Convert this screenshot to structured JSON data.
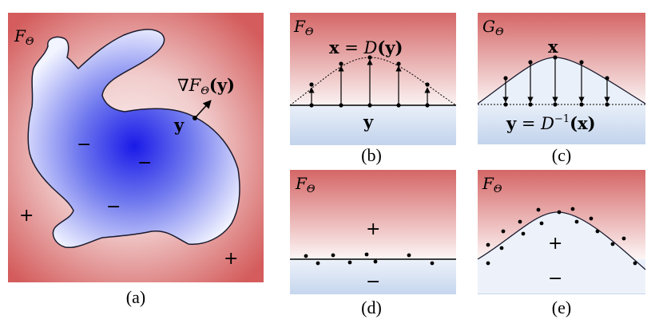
{
  "panel_a": {
    "caption": "(a)",
    "func_label": "F",
    "func_sub": "Θ",
    "gradient_label": "∇F",
    "gradient_sub": "Θ",
    "gradient_arg": "(y)",
    "point_label": "y",
    "signs": [
      "−",
      "−",
      "−",
      "+",
      "+"
    ]
  },
  "panel_b": {
    "caption": "(b)",
    "func_label": "F",
    "func_sub": "Θ",
    "eq_x": "x",
    "eq_mid": " = ",
    "eq_d": "D",
    "eq_arg": "(y)",
    "bottom_label": "y"
  },
  "panel_c": {
    "caption": "(c)",
    "func_label": "G",
    "func_sub": "Θ",
    "top_label": "x",
    "eq_y": "y",
    "eq_mid": " = ",
    "eq_d": "D",
    "eq_sup": "−1",
    "eq_arg": "(x)"
  },
  "panel_d": {
    "caption": "(d)",
    "func_label": "F",
    "func_sub": "Θ",
    "plus": "+",
    "minus": "−"
  },
  "panel_e": {
    "caption": "(e)",
    "func_label": "F",
    "func_sub": "Θ",
    "plus": "+",
    "minus": "−"
  },
  "colors": {
    "outside_red": "#d25b5b",
    "outside_light": "#f7e4e4",
    "inside_blue": "#1f1fe6",
    "inside_light": "#f0f2ff",
    "below_blue": "#c4d5ee"
  }
}
